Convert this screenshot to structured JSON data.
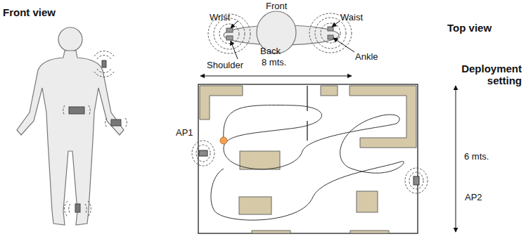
{
  "diagram": {
    "labels": [
      "Front view",
      "Front",
      "Top view",
      "Wrist",
      "Waist",
      "Shoulder",
      "Back",
      "Ankle",
      "8 mts.",
      "Deployment setting",
      "6 mts.",
      "AP1",
      "AP2"
    ]
  }
}
